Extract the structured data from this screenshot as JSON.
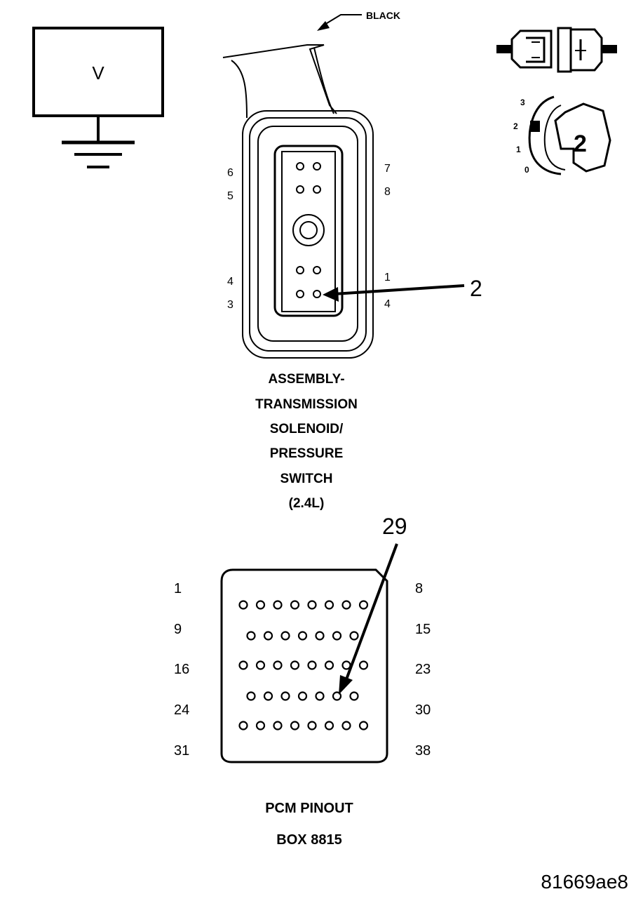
{
  "voltmeter": {
    "symbol": "V"
  },
  "wire_color": "BLACK",
  "test_step_number": "2",
  "key_positions": [
    "3",
    "2",
    "1",
    "0"
  ],
  "solenoid_connector": {
    "pin_labels_left": [
      "6",
      "5",
      "4",
      "3"
    ],
    "pin_labels_right": [
      "7",
      "8",
      "1",
      "4"
    ],
    "callout": "2",
    "caption_lines": [
      "ASSEMBLY-",
      "TRANSMISSION",
      "SOLENOID/",
      "PRESSURE",
      "SWITCH",
      "(2.4L)"
    ]
  },
  "pcm_connector": {
    "callout": "29",
    "pin_labels_left": [
      "1",
      "9",
      "16",
      "24",
      "31"
    ],
    "pin_labels_right": [
      "8",
      "15",
      "23",
      "30",
      "38"
    ],
    "caption_lines": [
      "PCM PINOUT",
      "BOX 8815"
    ]
  },
  "figure_id": "81669ae8"
}
